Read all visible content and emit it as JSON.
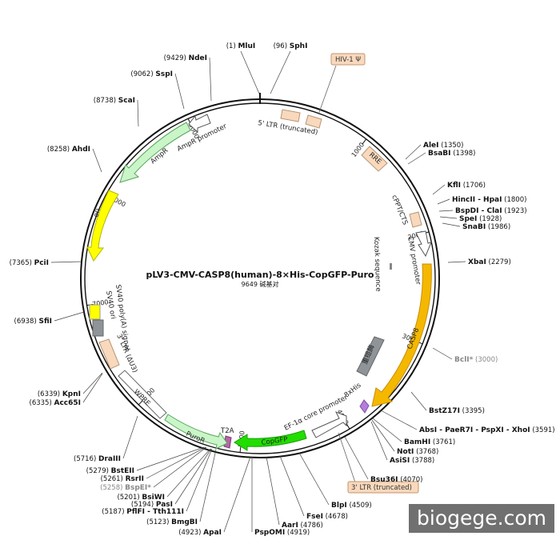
{
  "plasmid": {
    "name": "pLV3-CMV-CASP8(human)-8×His-CopGFP-Puro",
    "size_text": "9649 碱基对",
    "length_bp": 9649
  },
  "tick_labels": [
    {
      "bp": 1000,
      "text": "1000"
    },
    {
      "bp": 2000,
      "text": "2000"
    },
    {
      "bp": 3000,
      "text": "3000"
    },
    {
      "bp": 4000,
      "text": "4000"
    },
    {
      "bp": 5000,
      "text": "5000"
    },
    {
      "bp": 6000,
      "text": "6000"
    },
    {
      "bp": 7000,
      "text": "7000"
    },
    {
      "bp": 8000,
      "text": "8000"
    },
    {
      "bp": 9000,
      "text": "9000"
    }
  ],
  "sites": [
    {
      "name": "MluI",
      "pos": "(1)"
    },
    {
      "name": "SphI",
      "pos": "(96)"
    },
    {
      "name": "AleI",
      "pos": "(1350)"
    },
    {
      "name": "BsaBI",
      "pos": "(1398)"
    },
    {
      "name": "KflI",
      "pos": "(1706)"
    },
    {
      "name": "HincII - HpaI",
      "pos": "(1800)"
    },
    {
      "name": "BspDI - ClaI",
      "pos": "(1923)"
    },
    {
      "name": "SpeI",
      "pos": "(1928)"
    },
    {
      "name": "SnaBI",
      "pos": "(1986)"
    },
    {
      "name": "XbaI",
      "pos": "(2279)"
    },
    {
      "name": "BclI*",
      "pos": "(3000)",
      "muted": true
    },
    {
      "name": "BstZ17I",
      "pos": "(3395)"
    },
    {
      "name": "AbsI - PaeR7I - PspXI - XhoI",
      "pos": "(3591)"
    },
    {
      "name": "BamHI",
      "pos": "(3761)"
    },
    {
      "name": "NotI",
      "pos": "(3768)"
    },
    {
      "name": "AsiSI",
      "pos": "(3788)"
    },
    {
      "name": "Bsu36I",
      "pos": "(4070)"
    },
    {
      "name": "BlpI",
      "pos": "(4509)"
    },
    {
      "name": "FseI",
      "pos": "(4678)"
    },
    {
      "name": "AarI",
      "pos": "(4786)"
    },
    {
      "name": "PspOMI",
      "pos": "(4919)"
    },
    {
      "name": "ApaI",
      "pos": "(4923)"
    },
    {
      "name": "BmgBI",
      "pos": "(5123)"
    },
    {
      "name": "PflFI - Tth111I",
      "pos": "(5187)"
    },
    {
      "name": "PasI",
      "pos": "(5194)"
    },
    {
      "name": "BsiWI",
      "pos": "(5201)"
    },
    {
      "name": "BspEI*",
      "pos": "(5258)",
      "muted": true
    },
    {
      "name": "RsrII",
      "pos": "(5261)"
    },
    {
      "name": "BstEII",
      "pos": "(5279)"
    },
    {
      "name": "DraIII",
      "pos": "(5716)"
    },
    {
      "name": "Acc65I",
      "pos": "(6335)"
    },
    {
      "name": "KpnI",
      "pos": "(6339)"
    },
    {
      "name": "SfiI",
      "pos": "(6938)"
    },
    {
      "name": "PciI",
      "pos": "(7365)"
    },
    {
      "name": "AhdI",
      "pos": "(8258)"
    },
    {
      "name": "ScaI",
      "pos": "(8738)"
    },
    {
      "name": "SspI",
      "pos": "(9062)"
    },
    {
      "name": "NdeI",
      "pos": "(9429)"
    }
  ],
  "features": [
    {
      "label": "5' LTR (truncated)",
      "color": "#f9d9bd"
    },
    {
      "label": "HIV-1 Ψ",
      "color": "#f9d9bd"
    },
    {
      "label": "RRE",
      "color": "#f9d9bd"
    },
    {
      "label": "cPPT/CTS",
      "color": "#f9d9bd"
    },
    {
      "label": "CMV promoter",
      "color": "#ffffff"
    },
    {
      "label": "Kozak sequence",
      "color": "#888888"
    },
    {
      "label": "CASP8",
      "color": "#f5b800"
    },
    {
      "label": "重组酶",
      "color": "#8f9499"
    },
    {
      "label": "8xHis",
      "color": "#b57edc"
    },
    {
      "label": "EF-1α core promoter",
      "color": "#ffffff"
    },
    {
      "label": "CopGFP",
      "color": "#22dd00"
    },
    {
      "label": "T2A",
      "color": "#b565a7"
    },
    {
      "label": "PuroR",
      "color": "#c9f5c9"
    },
    {
      "label": "WPRE",
      "color": "#ffffff"
    },
    {
      "label": "3' LTR (ΔU3)",
      "color": "#f9d9bd"
    },
    {
      "label": "SV40 ori",
      "color": "#8f9499"
    },
    {
      "label": "SV40 poly(A) signal",
      "color": "#ffff00"
    },
    {
      "label": "ori",
      "color": "#ffff00"
    },
    {
      "label": "AmpR",
      "color": "#c9f5c9"
    },
    {
      "label": "AmpR promoter",
      "color": "#ffffff"
    },
    {
      "label": "3' LTR (truncated)",
      "color": "#f9d9bd"
    }
  ],
  "watermark": "biogege.com"
}
